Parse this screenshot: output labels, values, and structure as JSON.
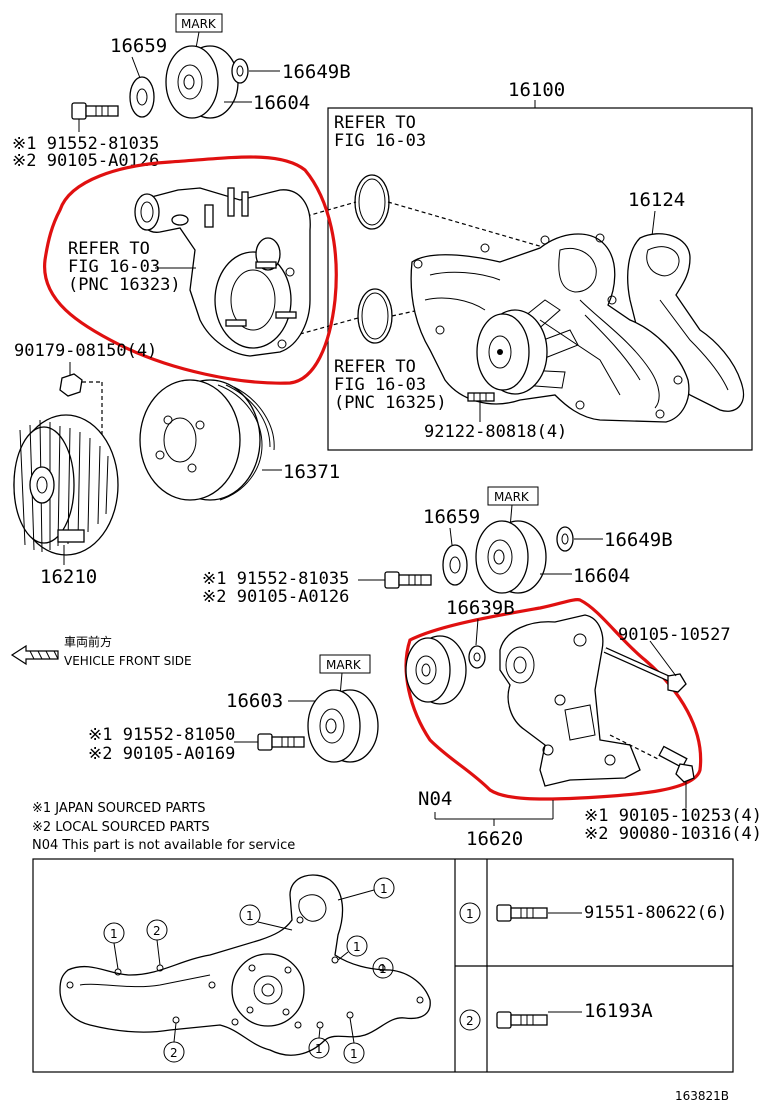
{
  "diagram": {
    "parts_top": {
      "p16659": "16659",
      "mark": "MARK",
      "p16649b": "16649B",
      "p16604": "16604",
      "bolt_line1": "※1 91552-81035",
      "bolt_line2": "※2 90105-A0126"
    },
    "water_pump": {
      "p16100": "16100",
      "refer_top_1": "REFER TO",
      "refer_top_2": "FIG 16-03",
      "p16124": "16124",
      "refer_bot_1": "REFER TO",
      "refer_bot_2": "FIG 16-03",
      "refer_bot_3": "(PNC 16325)",
      "stud": "92122-80818(4)"
    },
    "outlet": {
      "refer_1": "REFER TO",
      "refer_2": "FIG 16-03",
      "refer_3": "(PNC 16323)"
    },
    "fan": {
      "nut": "90179-08150(4)",
      "p16371": "16371",
      "p16210": "16210"
    },
    "idler_mid": {
      "p16659": "16659",
      "mark": "MARK",
      "p16649b": "16649B",
      "p16604": "16604",
      "bolt_line1": "※1 91552-81035",
      "bolt_line2": "※2 90105-A0126"
    },
    "direction": {
      "jp": "車両前方",
      "en": "VEHICLE FRONT SIDE"
    },
    "idler_low": {
      "mark": "MARK",
      "p16603": "16603",
      "bolt_line1": "※1 91552-81050",
      "bolt_line2": "※2 90105-A0169"
    },
    "tensioner": {
      "p16639b": "16639B",
      "bolt_top": "90105-10527",
      "n04": "N04",
      "p16620": "16620",
      "bolt_line1": "※1 90105-10253(4)",
      "bolt_line2": "※2 90080-10316(4)"
    },
    "notes": {
      "n1": "※1 JAPAN SOURCED PARTS",
      "n2": "※2 LOCAL SOURCED PARTS",
      "n3": "N04  This part is not available for service"
    },
    "legend": {
      "c1": "1",
      "c2": "2",
      "bolt1": "91551-80622(6)",
      "bolt2": "16193A"
    },
    "figure_id": "163821B"
  }
}
